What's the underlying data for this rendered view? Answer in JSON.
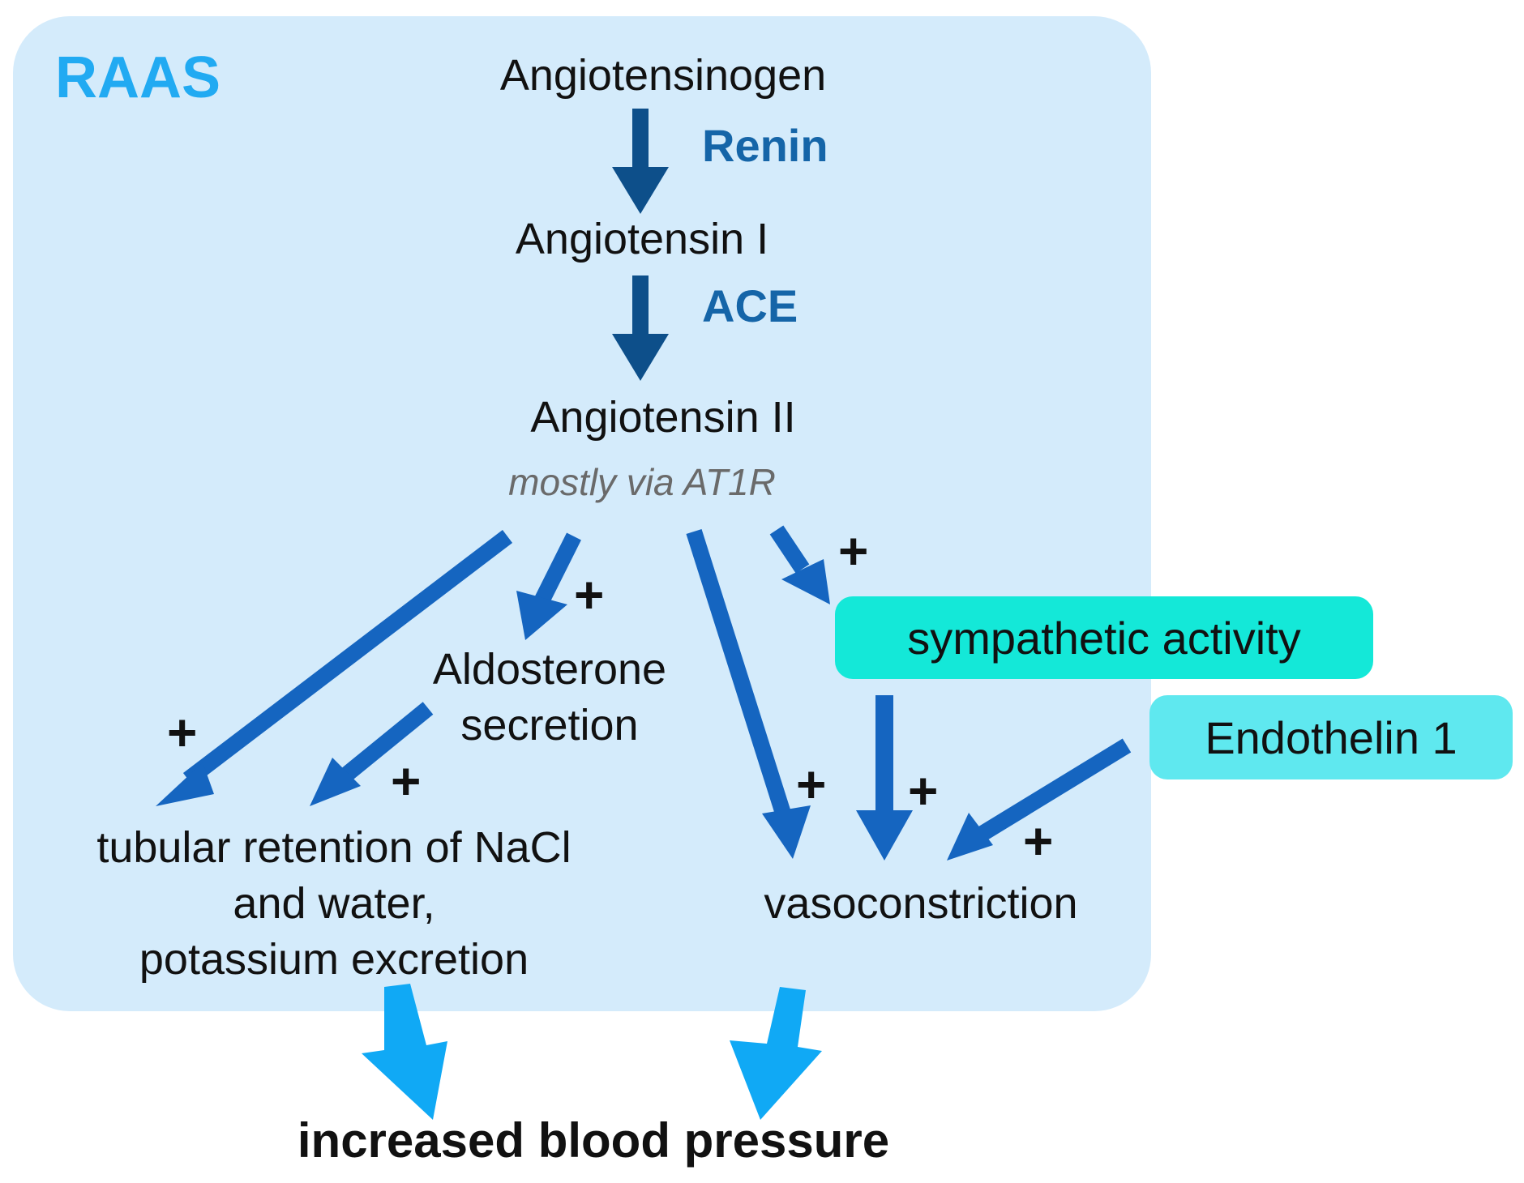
{
  "diagram": {
    "title": "RAAS",
    "nodes": {
      "angiotensinogen": "Angiotensinogen",
      "angiotensin_1": "Angiotensin I",
      "angiotensin_2": "Angiotensin II",
      "receptor_note": "mostly via AT1R",
      "aldosterone": "Aldosterone\nsecretion",
      "sympathetic": "sympathetic activity",
      "endothelin": "Endothelin 1",
      "tubular": "tubular retention of NaCl\nand water,\npotassium excretion",
      "vasoconstriction": "vasoconstriction",
      "outcome": "increased blood pressure"
    },
    "enzymes": {
      "renin": "Renin",
      "ace": "ACE"
    },
    "plus_sign": "+",
    "colors": {
      "panel": "#d4ebfb",
      "title": "#21aaf2",
      "enzyme_text": "#1565a8",
      "main_arrow": "#0d4f8a",
      "effect_arrow": "#1565c0",
      "outcome_arrow": "#10a9f5",
      "sympathetic_box": "#14e8d8",
      "endothelin_box": "#5fe8ef"
    }
  }
}
